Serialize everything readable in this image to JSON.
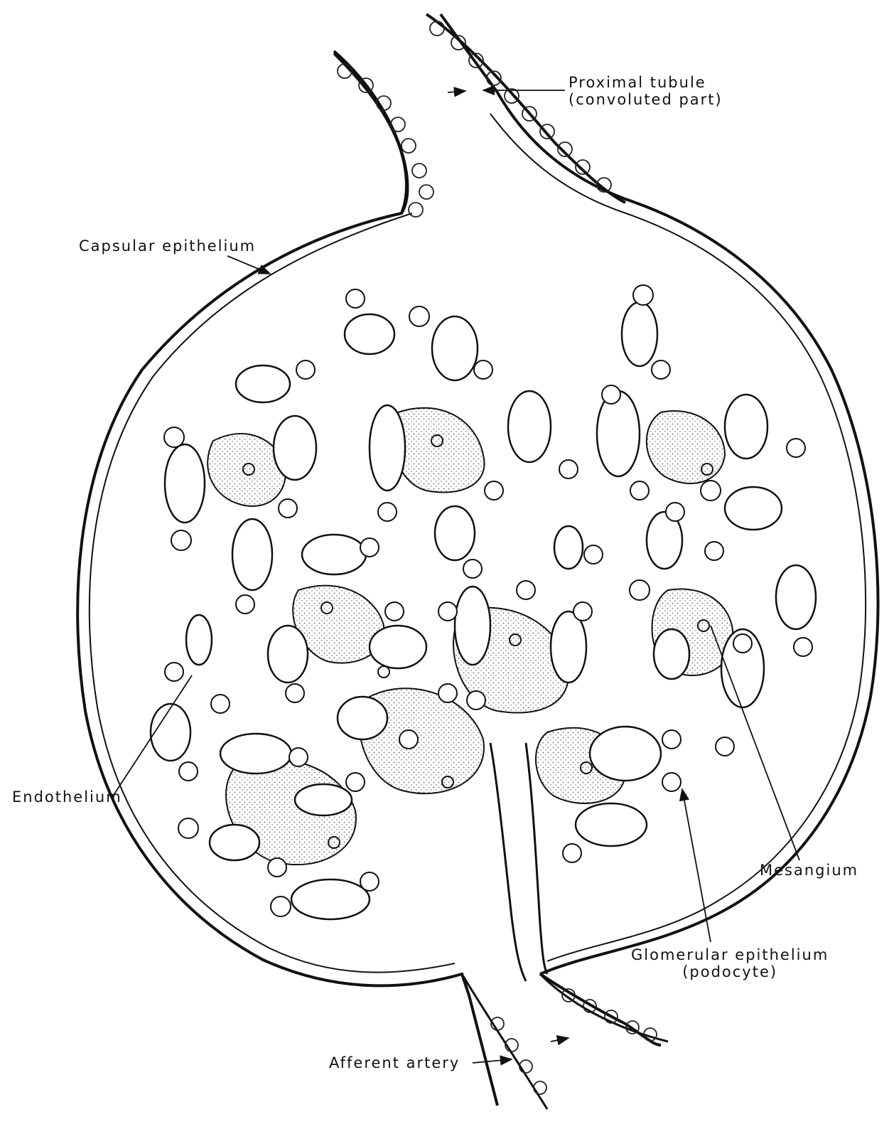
{
  "labels": {
    "proximal_tubule": {
      "line1": "Proximal tubule",
      "line2": "(convoluted part)"
    },
    "capsular_epithelium": "Capsular epithelium",
    "endothelium": "Endothelium",
    "mesangium": "Mesangium",
    "glomerular_epithelium": {
      "line1": "Glomerular epithelium",
      "line2": "(podocyte)"
    },
    "afferent_artery": "Afferent artery"
  },
  "colors": {
    "ink": "#111111",
    "background": "#ffffff",
    "stipple": "#666666"
  }
}
